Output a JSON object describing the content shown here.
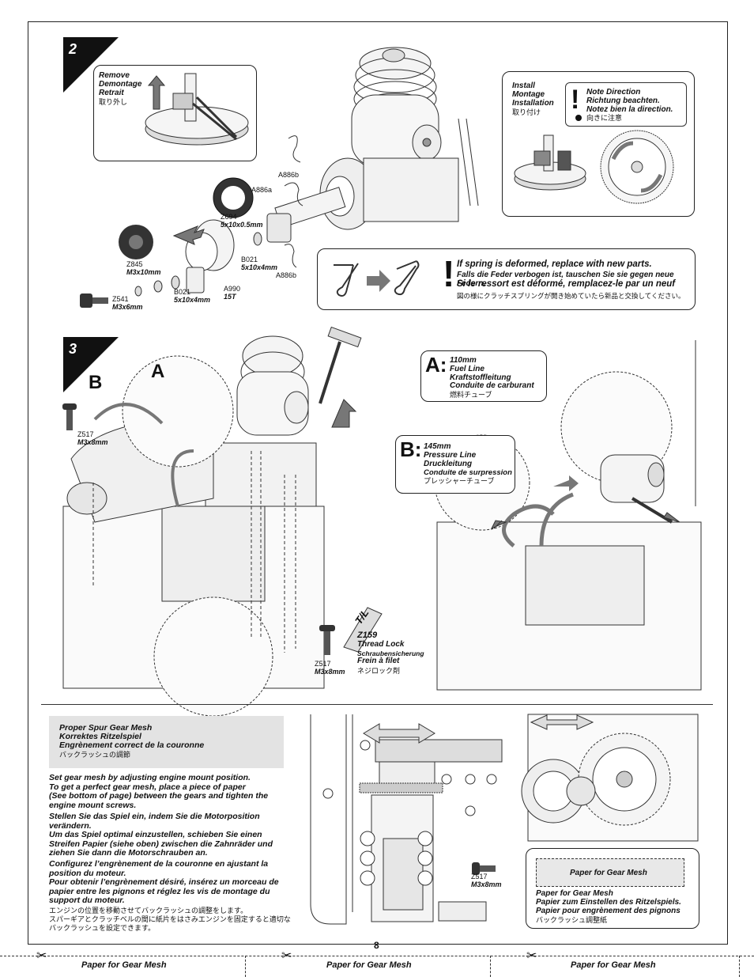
{
  "step2": {
    "number": "2",
    "remove_callout": {
      "lines": [
        "Remove",
        "Demontage",
        "Retrait"
      ],
      "jp": "取り外し"
    },
    "install_callout": {
      "lines": [
        "Install",
        "Montage",
        "Installation"
      ],
      "jp": "取り付け"
    },
    "note_direction": {
      "lines": [
        "Note Direction",
        "Richtung beachten.",
        "Notez bien la direction."
      ],
      "jp": "向きに注意"
    },
    "spring_warning": {
      "en": "If spring is deformed, replace with new parts.",
      "de": "Falls die Feder verbogen ist, tauschen Sie sie gegen neue Federn.",
      "fr": "Si le ressort est déformé, remplacez-le par un neuf",
      "jp": "図の様にクラッチスプリングが開き始めていたら新品と交換してください。"
    },
    "parts": [
      {
        "code": "A886b",
        "spec": ""
      },
      {
        "code": "A886a",
        "spec": ""
      },
      {
        "code": "Z694",
        "spec": "5x10x0.5mm"
      },
      {
        "code": "Z845",
        "spec": "M3x10mm"
      },
      {
        "code": "B021",
        "spec": "5x10x4mm"
      },
      {
        "code": "A886b",
        "spec": ""
      },
      {
        "code": "Z541",
        "spec": "M3x6mm"
      },
      {
        "code": "B021",
        "spec": "5x10x4mm"
      },
      {
        "code": "A990",
        "spec": "15T"
      }
    ]
  },
  "step3": {
    "number": "3",
    "letter_b": "B",
    "letter_a": "A",
    "part_top": {
      "code": "Z517",
      "spec": "M3x8mm"
    },
    "part_bottom": {
      "code": "Z517",
      "spec": "M3x8mm"
    },
    "threadlock": {
      "tube_label": "T/L",
      "code": "Z159",
      "lines": [
        "Thread Lock",
        "Schraubensicherung",
        "Frein à filet"
      ],
      "jp": "ネジロック剤"
    },
    "callout_a": {
      "letter": "A:",
      "lines": [
        "110mm",
        "Fuel Line",
        "Kraftstoffleitung",
        "Conduite de carburant"
      ],
      "jp": "燃料チューブ"
    },
    "callout_b": {
      "letter": "B:",
      "lines": [
        "145mm",
        "Pressure Line",
        "Druckleitung",
        "Conduite de surpression"
      ],
      "jp": "プレッシャーチューブ"
    }
  },
  "gear_mesh": {
    "heading": [
      "Proper Spur Gear Mesh",
      "Korrektes Ritzelspiel",
      "Engrènement correct de la couronne"
    ],
    "heading_jp": "バックラッシュの調節",
    "en": [
      "Set gear mesh by adjusting engine mount position.",
      "To get a perfect gear mesh, place a piece of paper",
      "(See bottom of page) between the gears and tighten the",
      "engine mount screws."
    ],
    "de": [
      "Stellen Sie das Spiel ein, indem Sie die Motorposition",
      "verändern.",
      "Um das Spiel optimal einzustellen, schieben Sie einen",
      "Streifen Papier (siehe oben) zwischen die Zahnräder und",
      "ziehen Sie dann die Motorschrauben an."
    ],
    "fr": [
      "Configurez l’engrènement de la couronne en ajustant la",
      "position du moteur.",
      "Pour obtenir l’engrènement désiré, insérez un morceau de",
      "papier entre les pignons et réglez les vis de montage du",
      "support du moteur."
    ],
    "jp": [
      "エンジンの位置を移動させてバックラッシュの調整をします。",
      "スパーギアとクラッチベルの間に紙片をはさみエンジンを固定すると適切な",
      "バックラッシュを設定できます。"
    ],
    "part": {
      "code": "Z517",
      "spec": "M3x8mm"
    },
    "paper_box": "Paper for Gear Mesh",
    "paper_lines": [
      "Paper for Gear Mesh",
      "Papier zum Einstellen des Ritzelspiels.",
      "Papier pour engrènement des pignons"
    ],
    "paper_jp": "バックラッシュ調整紙"
  },
  "page_number": "8",
  "cut_strip": [
    "Paper for Gear Mesh",
    "Paper for Gear Mesh",
    "Paper for Gear Mesh"
  ]
}
